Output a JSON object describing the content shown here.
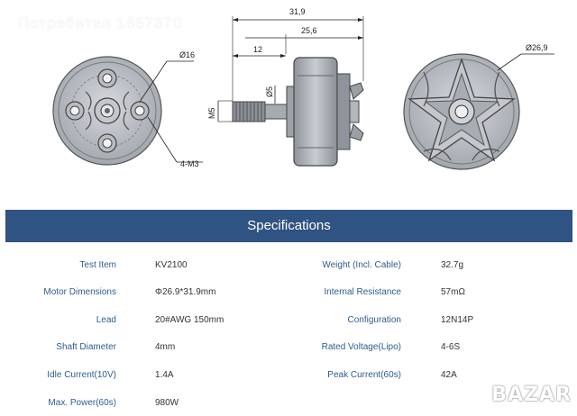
{
  "watermark_top": "Потребител 1857370",
  "drawing": {
    "dim_left_diameter": "Ø16",
    "dim_left_holes": "4-M3",
    "dim_total_length": "31,9",
    "dim_body_length": "25,6",
    "dim_shaft_length": "12",
    "dim_shaft_diameter": "Ø5",
    "dim_thread": "M5",
    "dim_right_diameter": "Ø26,9"
  },
  "specs": {
    "title": "Specifications",
    "rows": [
      {
        "label_left": "Test Item",
        "value_left": "KV2100",
        "label_right": "Weight (Incl. Cable)",
        "value_right": "32.7g"
      },
      {
        "label_left": "Motor Dimensions",
        "value_left": "Φ26.9*31.9mm",
        "label_right": "Internal Resistance",
        "value_right": "57mΩ"
      },
      {
        "label_left": "Lead",
        "value_left": "20#AWG 150mm",
        "label_right": "Configuration",
        "value_right": "12N14P"
      },
      {
        "label_left": "Shaft Diameter",
        "value_left": "4mm",
        "label_right": "Rated Voltage(Lipo)",
        "value_right": "4-6S"
      },
      {
        "label_left": "Idle Current(10V)",
        "value_left": "1.4A",
        "label_right": "Peak Current(60s)",
        "value_right": "42A"
      },
      {
        "label_left": "Max. Power(60s)",
        "value_left": "980W",
        "label_right": "",
        "value_right": ""
      }
    ]
  },
  "watermark_bottom": "BAZAR"
}
